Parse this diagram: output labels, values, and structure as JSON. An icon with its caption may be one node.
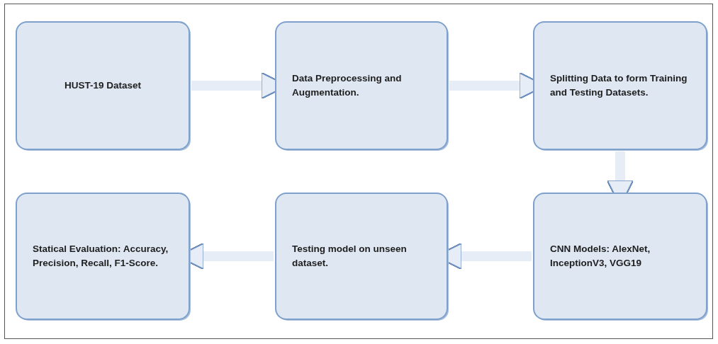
{
  "diagram": {
    "nodes": [
      {
        "text": [
          "HUST-19 Dataset"
        ]
      },
      {
        "text": [
          "Data Preprocessing and Augmentation."
        ]
      },
      {
        "text": [
          "Splitting Data to form Training and Testing Datasets."
        ]
      },
      {
        "text": [
          "Statical Evaluation: Accuracy, Precision, Recall, F1-Score."
        ]
      },
      {
        "text": [
          "Testing model on unseen dataset."
        ]
      },
      {
        "text": [
          "CNN Models: AlexNet, InceptionV3, VGG19"
        ]
      }
    ],
    "edges": [
      {
        "from": 0,
        "to": 1,
        "arrow": "to"
      },
      {
        "from": 1,
        "to": 2,
        "arrow": "to"
      },
      {
        "from": 2,
        "to": 5,
        "arrow": "to"
      },
      {
        "from": 5,
        "to": 4,
        "arrow": "to"
      },
      {
        "from": 4,
        "to": 3,
        "arrow": "to"
      }
    ]
  }
}
